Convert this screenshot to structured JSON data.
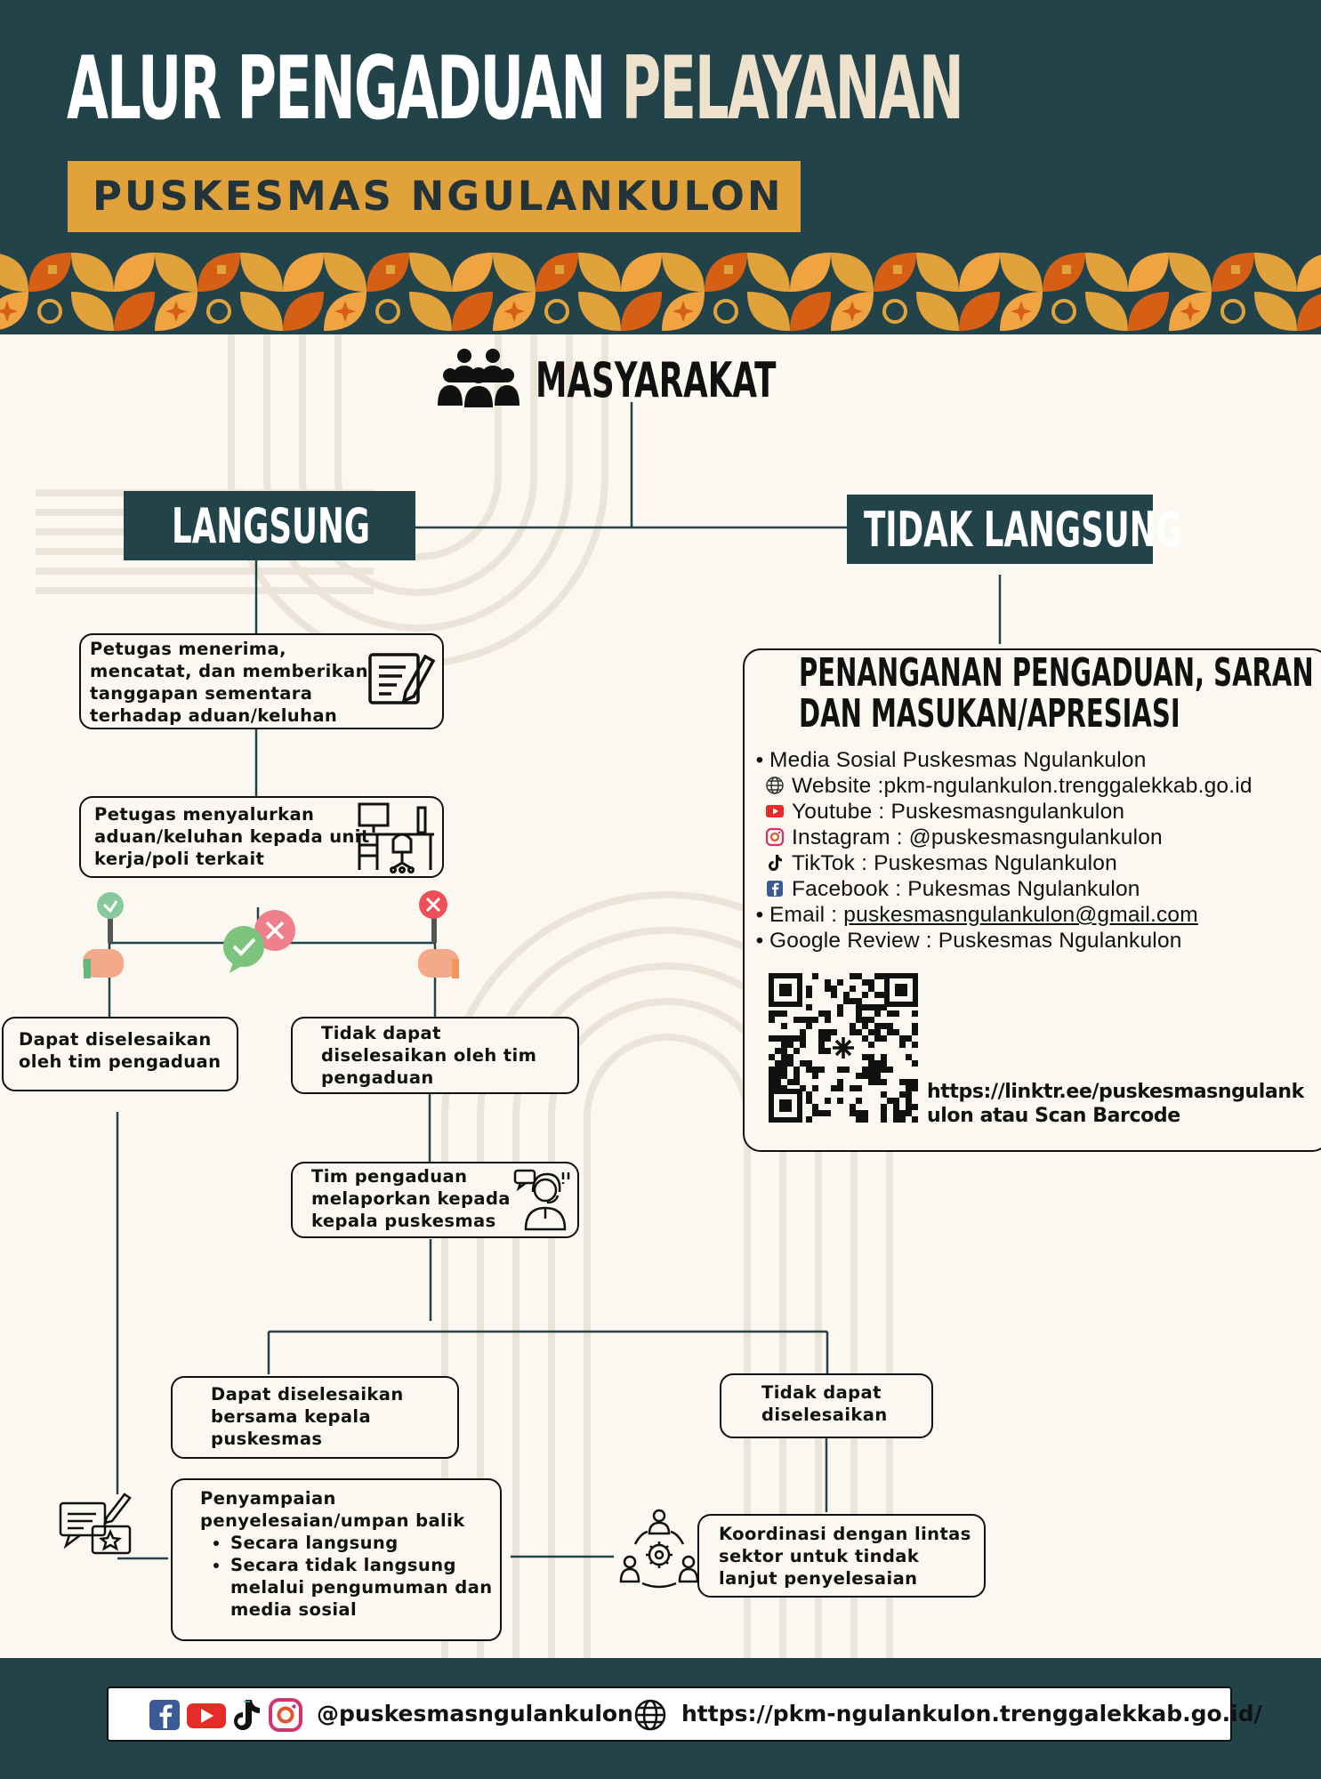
{
  "header": {
    "title_part1": "ALUR PENGADUAN",
    "title_part2": "PELAYANAN",
    "subtitle": "PUSKESMAS NGULANKULON",
    "colors": {
      "navy": "#23434b",
      "gold": "#e1a13b",
      "cream": "#efe2cc",
      "orange": "#d65f16"
    }
  },
  "root": {
    "label": "MASYARAKAT",
    "icon": "group-of-people-icon"
  },
  "branches": {
    "direct": "LANGSUNG",
    "indirect": "TIDAK LANGSUNG"
  },
  "direct_flow": {
    "step1": "Petugas menerima, mencatat, dan memberikan tanggapan sementara terhadap aduan/keluhan",
    "step2": "Petugas menyalurkan aduan/keluhan kepada unit kerja/poli terkait",
    "resolved_by_team": "Dapat diselesaikan oleh tim pengaduan",
    "not_resolved_by_team": "Tidak dapat diselesaikan oleh tim pengaduan",
    "report_to_head": "Tim pengaduan melaporkan kepada kepala puskesmas",
    "resolved_with_head": "Dapat diselesaikan bersama kepala puskesmas",
    "not_resolved": "Tidak dapat diselesaikan",
    "coordination": "Koordinasi dengan lintas sektor untuk tindak lanjut penyelesaian",
    "feedback_title": "Penyampaian penyelesaian/umpan balik",
    "feedback_items": [
      "Secara langsung",
      "Secara tidak langsung melalui pengumuman dan media sosial"
    ]
  },
  "indirect_panel": {
    "title_line1": "PENANGANAN PENGADUAN, SARAN",
    "title_line2": "DAN MASUKAN/APRESIASI",
    "media_heading": "Media Sosial Puskesmas Ngulankulon",
    "website": "Website :pkm-ngulankulon.trenggalekkab.go.id",
    "youtube": "Youtube : Puskesmasngulankulon",
    "instagram": "Instagram : @puskesmasngulankulon",
    "tiktok": "TikTok : Puskesmas Ngulankulon",
    "facebook": "Facebook : Pukesmas Ngulankulon",
    "email_label": "Email : ",
    "email": "puskesmasngulankulon@gmail.com",
    "google_review": "Google Review : Puskesmas Ngulankulon",
    "qr_line1": "https://linktr.ee/puskesmasngulank",
    "qr_line2": "ulon atau Scan Barcode"
  },
  "footer": {
    "handle": "@puskesmasngulankulon",
    "url": "https://pkm-ngulankulon.trenggalekkab.go.id/",
    "icons": [
      "facebook-icon",
      "youtube-icon",
      "tiktok-icon",
      "instagram-icon",
      "globe-icon"
    ]
  }
}
